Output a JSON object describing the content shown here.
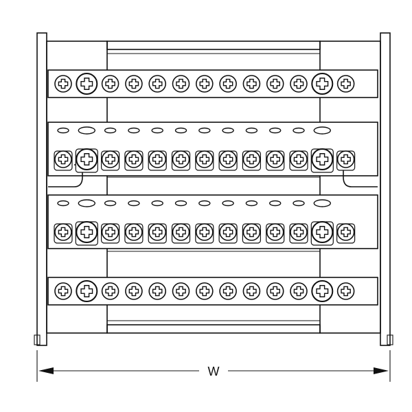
{
  "diagram": {
    "dimension": {
      "label": "W"
    },
    "screw_rows": [
      {
        "name": "top-screw-row",
        "count": 13
      },
      {
        "name": "upper-screw-row",
        "count": 13
      },
      {
        "name": "lower-screw-row",
        "count": 13
      },
      {
        "name": "bottom-screw-row",
        "count": 13
      }
    ],
    "hole_rows": [
      {
        "name": "upper-hole-row",
        "count": 12
      },
      {
        "name": "lower-hole-row",
        "count": 12
      }
    ],
    "colors": {
      "line": "#111111",
      "background": "#ffffff"
    }
  }
}
